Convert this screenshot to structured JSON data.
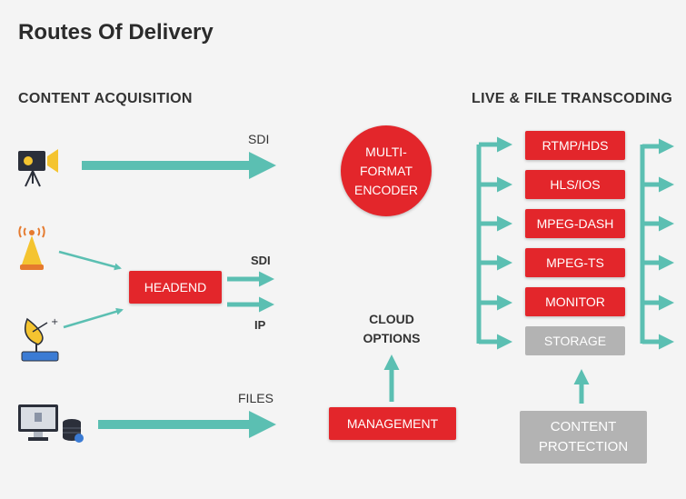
{
  "title": "Routes Of Delivery",
  "sections": {
    "acquisition": "CONTENT ACQUISITION",
    "transcoding": "LIVE & FILE TRANSCODING"
  },
  "labels": {
    "sdi_top": "SDI",
    "sdi_mid": "SDI",
    "ip": "IP",
    "files": "FILES",
    "cloud_options": "CLOUD\nOPTIONS"
  },
  "nodes": {
    "encoder": "MULTI-\nFORMAT\nENCODER",
    "headend": "HEADEND",
    "management": "MANAGEMENT",
    "content_protection": "CONTENT\nPROTECTION"
  },
  "formats": [
    "RTMP/HDS",
    "HLS/IOS",
    "MPEG-DASH",
    "MPEG-TS",
    "MONITOR",
    "STORAGE"
  ],
  "colors": {
    "red": "#e3262b",
    "teal": "#5bbfb2",
    "grey": "#b3b3b3"
  },
  "icons": {
    "video_camera": "video-camera-icon",
    "antenna": "antenna-tower-icon",
    "satellite": "satellite-dish-icon",
    "computer": "computer-monitor-icon",
    "database": "database-icon"
  }
}
